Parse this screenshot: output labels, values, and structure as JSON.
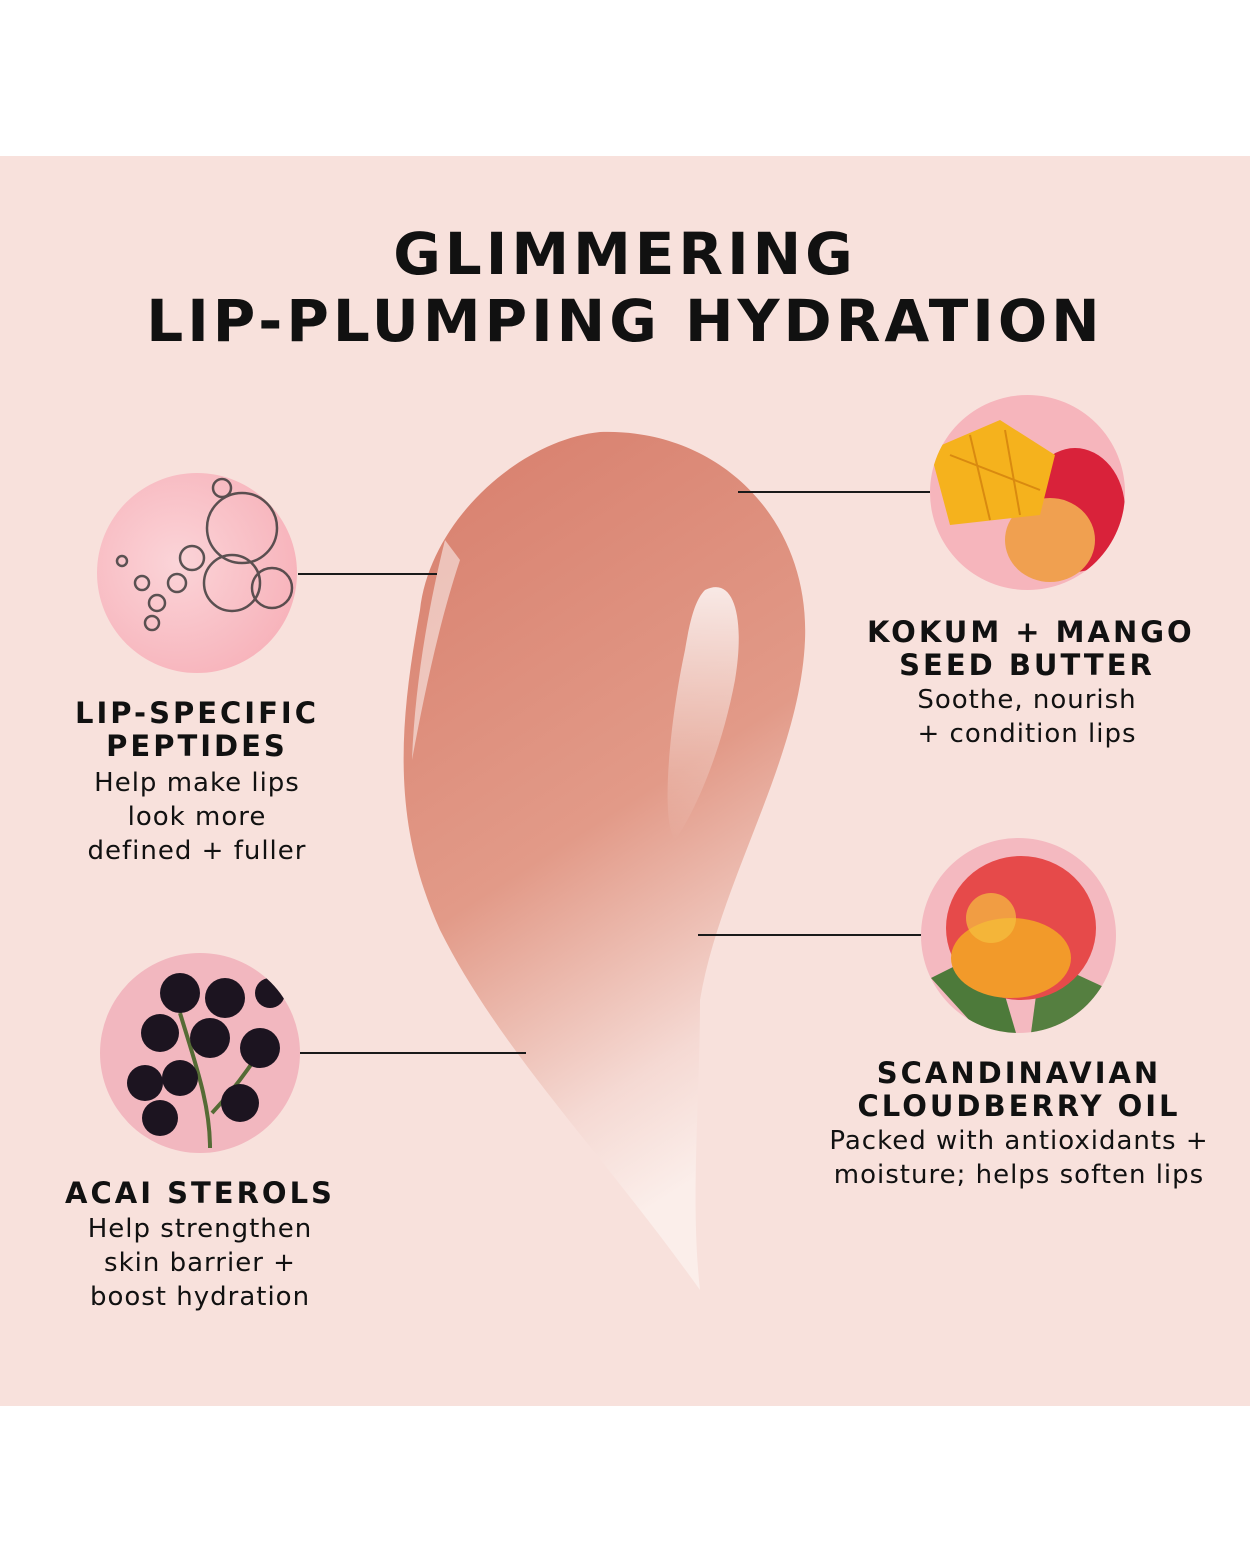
{
  "title": {
    "line1": "GLIMMERING",
    "line2": "LIP-PLUMPING HYDRATION"
  },
  "colors": {
    "background": "#f8e1dc",
    "swatch": "#d9897a",
    "text": "#111111"
  },
  "ingredients": [
    {
      "heading": [
        "LIP-SPECIFIC",
        "PEPTIDES"
      ],
      "body": [
        "Help make lips",
        "look more",
        "defined + fuller"
      ],
      "icon": "peptide-bubbles-icon"
    },
    {
      "heading": [
        "KOKUM + MANGO",
        "SEED BUTTER"
      ],
      "body": [
        "Soothe, nourish",
        "+ condition lips"
      ],
      "icon": "mango-icon"
    },
    {
      "heading": [
        "SCANDINAVIAN",
        "CLOUDBERRY OIL"
      ],
      "body": [
        "Packed with  antioxidants +",
        "moisture; helps soften lips"
      ],
      "icon": "cloudberry-icon"
    },
    {
      "heading": [
        "ACAI STEROLS"
      ],
      "body": [
        "Help strengthen",
        "skin barrier +",
        "boost hydration"
      ],
      "icon": "acai-berries-icon"
    }
  ]
}
